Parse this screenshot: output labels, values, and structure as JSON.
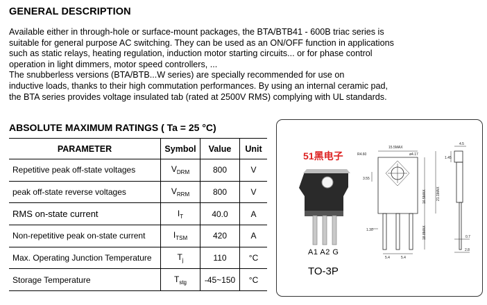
{
  "heading": "GENERAL DESCRIPTION",
  "description": [
    "Available either in through-hole or surface-mount  packages, the BTA/BTB41 - 600B  triac series is",
    "suitable for general purpose AC switching. They can be used as an ON/OFF function in applications",
    "such as static relays, heating regulation, induction motor starting circuits... or for phase control",
    "operation in light dimmers, motor speed controllers, ...",
    "The snubberless versions (BTA/BTB...W series) are specially recommended for use on",
    "inductive loads, thanks to their high commutation performances. By using an internal ceramic pad,",
    "the BTA series provides voltage insulated tab (rated at 2500V RMS) complying with UL standards."
  ],
  "ratings_title": "ABSOLUTE MAXIMUM RATINGS ( Ta = 25 °C)",
  "table": {
    "headers": [
      "PARAMETER",
      "Symbol",
      "Value",
      "Unit"
    ],
    "rows": [
      {
        "param": "Repetitive peak off-state voltages",
        "sym": "V",
        "sub": "DRM",
        "value": "800",
        "unit": "V"
      },
      {
        "param": "peak off-state reverse voltages",
        "sym": "V",
        "sub": "RRM",
        "value": "800",
        "unit": "V"
      },
      {
        "param": "RMS on-state current",
        "sym": "I",
        "sub": "T",
        "value": "40.0",
        "unit": "A"
      },
      {
        "param": "Non-repetitive peak on-state current",
        "sym": "I",
        "sub": "TSM",
        "value": "420",
        "unit": "A"
      },
      {
        "param": "Max. Operating Junction Temperature",
        "sym": "T",
        "sub": "j",
        "value": "110",
        "unit": "°C"
      },
      {
        "param": "Storage Temperature",
        "sym": "T",
        "sub": "stg",
        "value": "-45~150",
        "unit": "°C"
      }
    ]
  },
  "package": {
    "logo": "51黑电子",
    "pins": "A1  A2  G",
    "name": "TO-3P",
    "dims": {
      "r": "R4.60",
      "w": "15.5MAX",
      "hole": "ø4.17",
      "top": "4.5",
      "side1": "1.45",
      "d1": "3.55",
      "h1": "16.5MAX",
      "h2": "21.1MAX",
      "lead": "1.30",
      "leadlen": "18.8MAX",
      "p1": "5.4",
      "p2": "5.4",
      "t1": "0.7",
      "t2": "2.8"
    }
  }
}
